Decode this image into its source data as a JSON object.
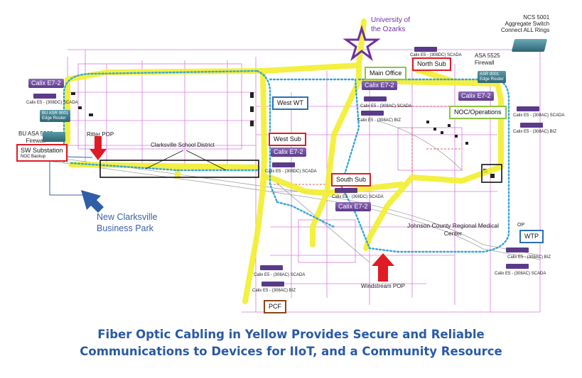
{
  "caption": {
    "line1": "Fiber Optic Cabling in Yellow Provides Secure and Reliable",
    "line2": "Communications to Devices for IIoT, and a Community Resource"
  },
  "colors": {
    "fiber": "#f2ef2e",
    "ring": "#36a6d8",
    "caption": "#2a5aa6",
    "star": "#7030a0",
    "arrow_red": "#e01b24",
    "arrow_blue": "#2f5da8"
  },
  "labels": {
    "university": "University of\nthe Ozarks",
    "ncs": "NCS 5001\nAggregate Switch\nConnect ALL Rings",
    "asa_main": "ASA 5525\nFirewall",
    "asr_main": "ASR 9001\nEdge Router",
    "bu_asr": "BU ASR 9001\nEdge Router",
    "bu_asa": "BU ASA 5525\nFirewall",
    "noc_backup": "NOC Backup",
    "ritter_pop": "Ritter POP",
    "school": "Clarksville School District",
    "business_park": "New Clarksville\nBusiness Park",
    "hospital": "Johnson County Regional Medical\nCenter",
    "windstream": "Windstream POP",
    "op": "OP"
  },
  "boxes": {
    "north_sub": "North Sub",
    "main_office": "Main Office",
    "noc_ops": "NOC/Operations",
    "west_wt": "West WT",
    "west_sub": "West Sub",
    "south_sub": "South Sub",
    "sw_substation": "SW Substation",
    "wtp": "WTP",
    "pcf": "PCF"
  },
  "devices": {
    "calix_e72": "Calix E7-2",
    "e5_308dc_scada": "Calix E5 - (308DC) SCADA",
    "e5_308ac_scada": "Calix E5 - (308AC) SCADA",
    "e5_308ac_biz": "Calix E5 - (308AC) BIZ"
  }
}
